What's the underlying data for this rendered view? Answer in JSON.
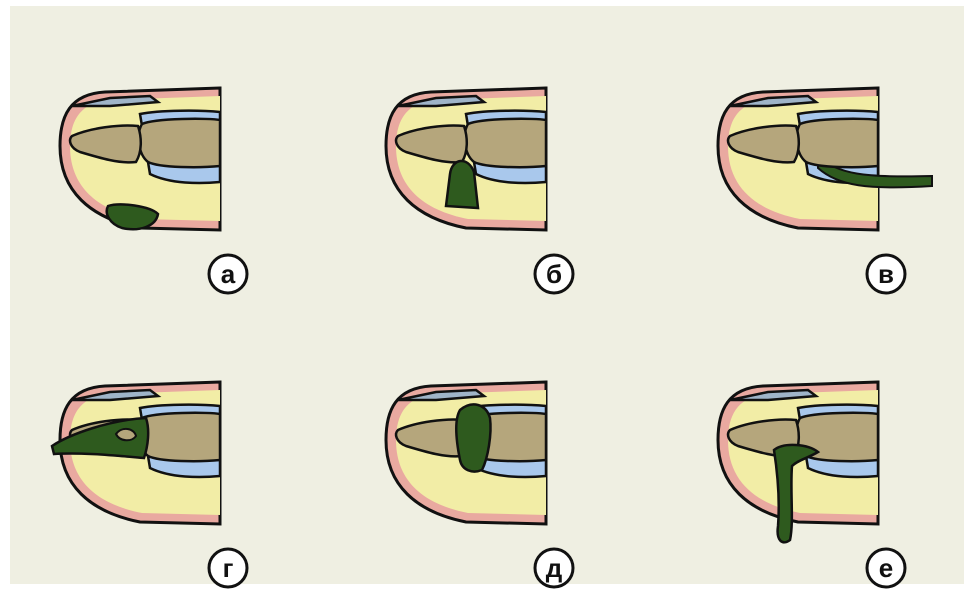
{
  "colors": {
    "background": "#efefe2",
    "soft_tissue": "#f2eda6",
    "skin": "#e9a9a0",
    "bone": "#b5a67c",
    "tendon": "#a9c8ec",
    "nail": "#9fb4c8",
    "pus": "#2e5a1e",
    "outline": "#111111"
  },
  "panels": [
    {
      "id": "a",
      "label": "а",
      "lesion": "subcutaneous-tip"
    },
    {
      "id": "b",
      "label": "б",
      "lesion": "subcutaneous-pulp"
    },
    {
      "id": "v",
      "label": "в",
      "lesion": "tendon-sheath"
    },
    {
      "id": "g",
      "label": "г",
      "lesion": "bone"
    },
    {
      "id": "d",
      "label": "д",
      "lesion": "joint"
    },
    {
      "id": "e",
      "label": "е",
      "lesion": "collar-stud"
    }
  ]
}
